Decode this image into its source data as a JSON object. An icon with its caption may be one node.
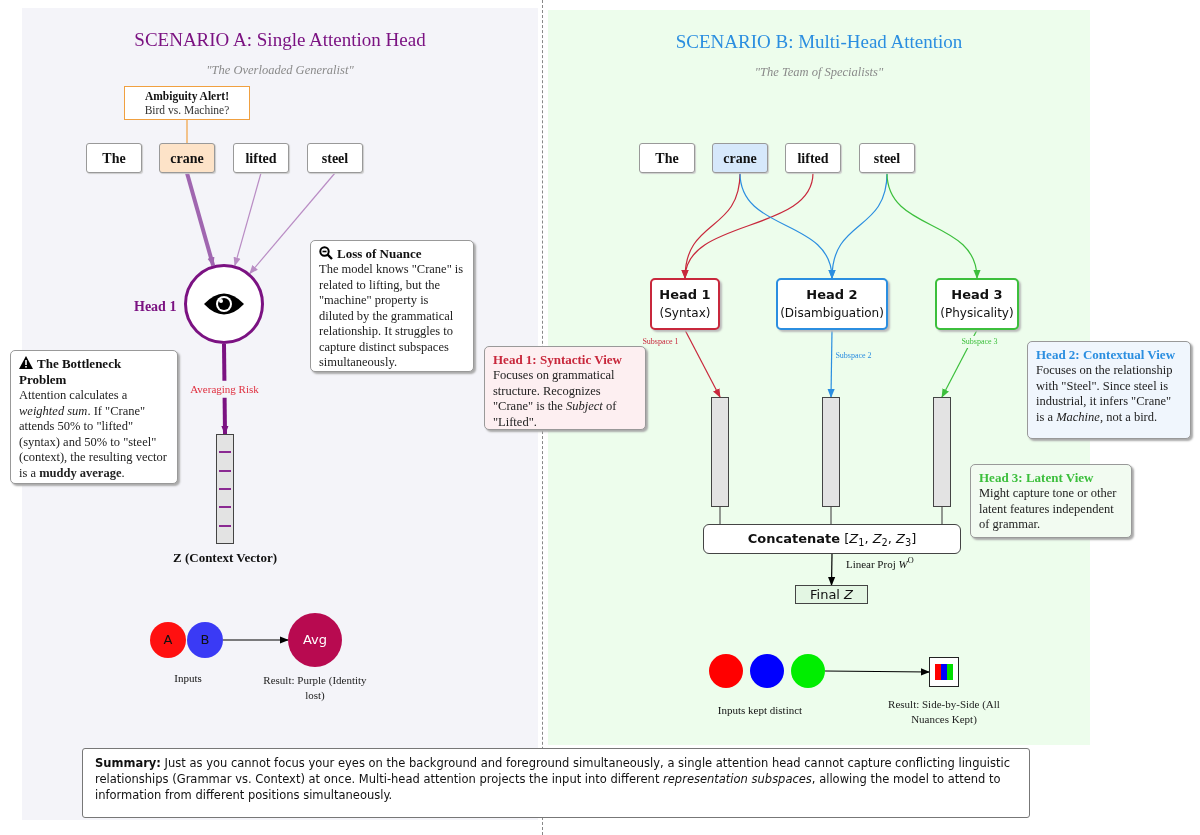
{
  "diagram": {
    "nodes": [
      {
        "text": [
          "SCENARIO A: Single Attention Head",
          "\"The Overloaded Generalist\""
        ]
      },
      {
        "text": [
          "Ambiguity Alert!",
          "Bird vs. Machine?"
        ],
        "in": 0
      },
      {
        "text": [
          "The"
        ],
        "in": 0
      },
      {
        "text": [
          "crane"
        ],
        "in": 0
      },
      {
        "text": [
          "lifted"
        ],
        "in": 0
      },
      {
        "text": [
          "steel"
        ],
        "in": 0
      },
      {
        "text": [
          "Head 1"
        ],
        "in": 0
      },
      {
        "text": [
          "Loss of Nuance",
          "The model knows \"Crane\" is related to lifting, but the \"machine\" property is diluted by the grammatical relationship. It struggles to capture distinct subspaces simultaneously."
        ],
        "in": 0
      },
      {
        "text": [
          "The Bottleneck Problem",
          "Attention calculates a *weighted sum*. If \"Crane\" attends 50% to \"lifted\" (syntax) and 50% to \"steel\" (context), the resulting vector is a **muddy average**."
        ]
      },
      {
        "text": [
          "Z (Context Vector)"
        ],
        "in": 0
      },
      {
        "text": [
          "A"
        ],
        "in": 0
      },
      {
        "text": [
          "B"
        ],
        "in": 0
      },
      {
        "text": [
          "Avg"
        ],
        "in": 0,
        "beside": [
          "Result: Purple (Identity lost)"
        ]
      },
      {
        "text": [
          "SCENARIO B: Multi-Head Attention",
          "\"The Team of Specialists\""
        ]
      },
      {
        "text": [
          "The"
        ],
        "in": 13
      },
      {
        "text": [
          "crane"
        ],
        "in": 13
      },
      {
        "text": [
          "lifted"
        ],
        "in": 13
      },
      {
        "text": [
          "steel"
        ],
        "in": 13
      },
      {
        "text": [
          "Head 1",
          "(Syntax)"
        ],
        "in": 13
      },
      {
        "text": [
          "Head 2",
          "(Disambiguation)"
        ],
        "in": 13
      },
      {
        "text": [
          "Head 3",
          "(Physicality)"
        ],
        "in": 13
      },
      {
        "text": [],
        "shape": "bar",
        "in": 13
      },
      {
        "text": [],
        "shape": "bar",
        "in": 13
      },
      {
        "text": [],
        "shape": "bar",
        "in": 13
      },
      {
        "text": [
          "**Concatenate** [*Z*$_{1}$, *Z*$_{2}$, *Z*$_{3}$]"
        ],
        "in": 13
      },
      {
        "text": [
          "Final *Z*"
        ],
        "in": 13
      },
      {
        "text": [
          "Head 1: Syntactic View",
          "Focuses on grammatical structure. Recognizes \"Crane\" is the *Subject* of \"Lifted\"."
        ]
      },
      {
        "text": [
          "Head 2: Contextual View",
          "Focuses on the relationship with \"Steel\". Since steel is industrial, it infers \"Crane\" is a *Machine*, not a bird."
        ]
      },
      {
        "text": [
          "Head 3: Latent View",
          "Might capture tone or other latent features independent of grammar."
        ]
      },
      {
        "text": [],
        "shape": "circle",
        "in": 13
      },
      {
        "text": [],
        "shape": "circle",
        "in": 13
      },
      {
        "text": [],
        "shape": "circle",
        "in": 13
      },
      {
        "text": [],
        "shape": "box",
        "in": 13,
        "beside": [
          "Result: Side-by-Side (All Nuances Kept)"
        ]
      },
      {
        "text": [
          "**Summary:** Just as you cannot focus your eyes on the background and foreground simultaneously, a single attention head cannot capture conflicting linguistic relationships (Grammar vs. Context) at once. Multi-head attention projects the input into different *representation subspaces*, allowing the model to attend to information from different positions simultaneously."
        ]
      }
    ],
    "edges": [
      {
        "from": 1,
        "to": 3,
        "arrow": "none",
        "color": "#f0a040"
      },
      {
        "from": 3,
        "to": 6,
        "arrow": "to",
        "style": "thick",
        "color": "#a066b0"
      },
      {
        "from": 4,
        "to": 6,
        "arrow": "to",
        "color": "#b98cc4"
      },
      {
        "from": 5,
        "to": 6,
        "arrow": "to",
        "color": "#b98cc4"
      },
      {
        "from": 6,
        "to": 9,
        "arrow": "to",
        "style": "thick",
        "color": "#7b1282",
        "label": "Averaging Risk"
      },
      {
        "from": 11,
        "to": 12,
        "arrow": "to"
      },
      {
        "from": 15,
        "to": 18,
        "arrow": "to",
        "color": "#c8283c"
      },
      {
        "from": 16,
        "to": 18,
        "arrow": "to",
        "color": "#c8283c"
      },
      {
        "from": 15,
        "to": 19,
        "arrow": "to",
        "color": "#2b8ee0"
      },
      {
        "from": 17,
        "to": 19,
        "arrow": "to",
        "color": "#2b8ee0"
      },
      {
        "from": 17,
        "to": 20,
        "arrow": "to",
        "color": "#3cbf3c"
      },
      {
        "from": 18,
        "to": 21,
        "arrow": "to",
        "color": "#c8283c",
        "label": "Subspace 1"
      },
      {
        "from": 19,
        "to": 22,
        "arrow": "to",
        "color": "#2b8ee0",
        "label": "Subspace 2"
      },
      {
        "from": 20,
        "to": 23,
        "arrow": "to",
        "color": "#3cbf3c",
        "label": "Subspace 3"
      },
      {
        "from": 21,
        "to": 24,
        "arrow": "none",
        "color": "#555555"
      },
      {
        "from": 22,
        "to": 24,
        "arrow": "none",
        "color": "#555555"
      },
      {
        "from": 23,
        "to": 24,
        "arrow": "none",
        "color": "#555555"
      },
      {
        "from": 24,
        "to": 25,
        "arrow": "to",
        "label": "Linear Proj *W*$^{O}$"
      },
      {
        "from": 31,
        "to": 32,
        "arrow": "to"
      }
    ],
    "labels": [
      "Inputs",
      "Inputs kept distinct"
    ]
  }
}
